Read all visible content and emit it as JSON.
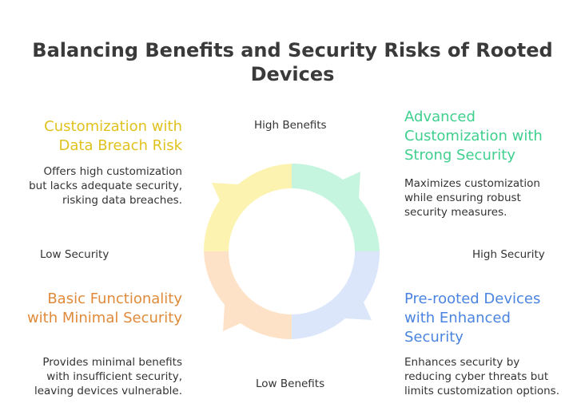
{
  "title": "Balancing Benefits and Security Risks of Rooted Devices",
  "axes": {
    "top": "High Benefits",
    "bottom": "Low Benefits",
    "left": "Low Security",
    "right": "High Security"
  },
  "quadrants": {
    "top_left": {
      "title": "Customization with Data Breach Risk",
      "description": "Offers high customization but lacks adequate security, risking data breaches.",
      "color": "#e0c21e"
    },
    "top_right": {
      "title": "Advanced Customization with Strong Security",
      "description": "Maximizes customization while ensuring robust security measures.",
      "color": "#3fcf8e"
    },
    "bottom_left": {
      "title": "Basic Functionality with Minimal Security",
      "description": "Provides minimal benefits with insufficient security, leaving devices vulnerable.",
      "color": "#e08a3a"
    },
    "bottom_right": {
      "title": "Pre-rooted Devices with Enhanced Security",
      "description": "Enhances security by reducing cyber threats but limits customization options.",
      "color": "#4a84e0"
    }
  },
  "cycle_colors": {
    "top_left": "#fcf3b0",
    "top_right": "#c6f5df",
    "bottom_right": "#dbe6fb",
    "bottom_left": "#fde2c8"
  }
}
